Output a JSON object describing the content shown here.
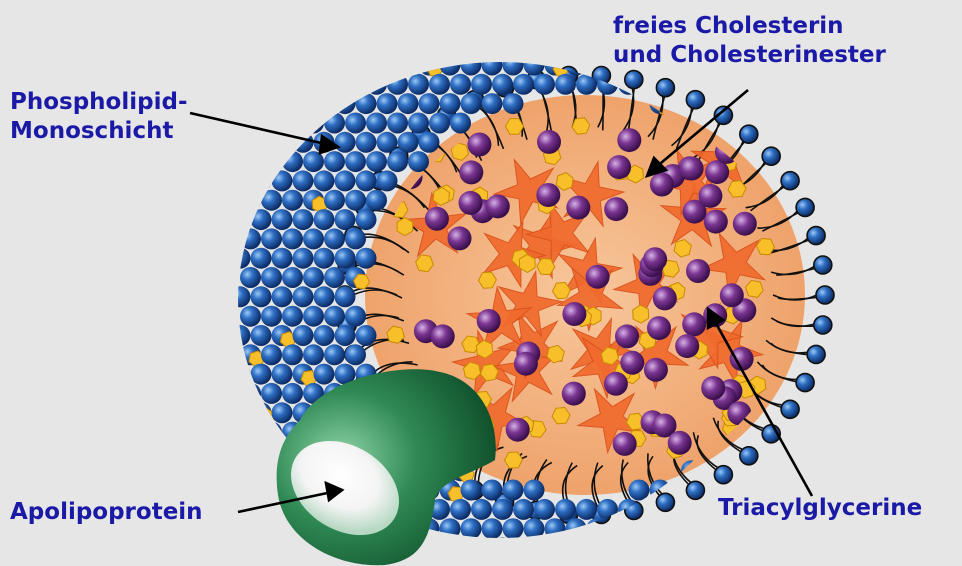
{
  "labels": {
    "phospholipid_line1": "Phospholipid-",
    "phospholipid_line2": "Monoschicht",
    "cholesterol_line1": "freies Cholesterin",
    "cholesterol_line2": "und Cholesterinester",
    "apolipoprotein": "Apolipoprotein",
    "triacylglycerine": "Triacylglycerine"
  },
  "colors": {
    "background": "#e6e6e6",
    "label_text": "#1a1aa6",
    "phospholipid_head": "#1e5cb0",
    "core": "#f2ad78",
    "cholesterol": "#f7bf2a",
    "triacylglycerol": "#f06a2d",
    "cholesterol_ester": "#6e2a82",
    "apolipoprotein": "#2f8a54"
  }
}
